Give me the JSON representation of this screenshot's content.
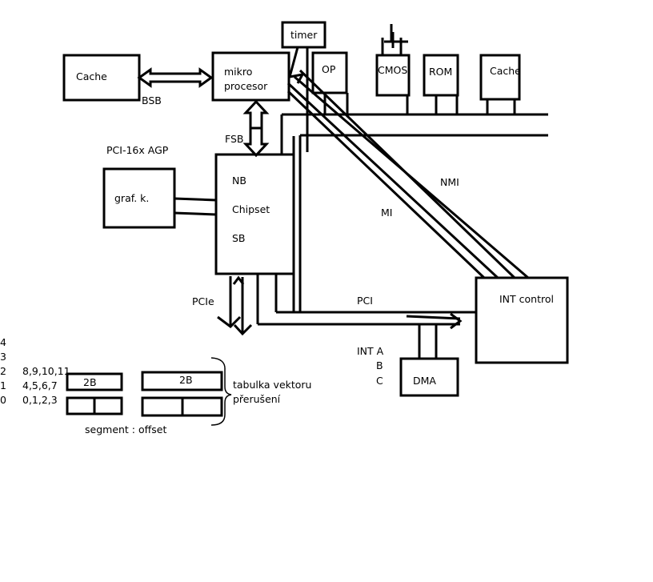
{
  "boxes": {
    "cache_left": "Cache",
    "micro_line1": "mikro",
    "micro_line2": "procesor",
    "timer": "timer",
    "op": "OP",
    "cmos": "CMOS",
    "rom": "ROM",
    "cache_right": "Cache",
    "graf": "graf. k.",
    "chipset_nb": "NB",
    "chipset": "Chipset",
    "chipset_sb": "SB",
    "int_control": "INT control",
    "dma": "DMA",
    "seg_2b": "2B",
    "off_2b": "2B"
  },
  "labels": {
    "bsb": "BSB",
    "fsb": "FSB",
    "pci16": "PCI-16x  AGP",
    "pcie": "PCIe",
    "pci": "PCI",
    "nmi": "NMI",
    "mi": "MI",
    "int_a": "INT A",
    "int_b": "B",
    "int_c": "C",
    "tabulka_line1": "tabulka vektoru",
    "tabulka_line2": "přerušení",
    "segment_offset": "segment : offset"
  },
  "index_rows": [
    {
      "num": "4",
      "vals": ""
    },
    {
      "num": "3",
      "vals": ""
    },
    {
      "num": "2",
      "vals": "8,9,10,11"
    },
    {
      "num": "1",
      "vals": "4,5,6,7"
    },
    {
      "num": "0",
      "vals": "0,1,2,3"
    }
  ]
}
